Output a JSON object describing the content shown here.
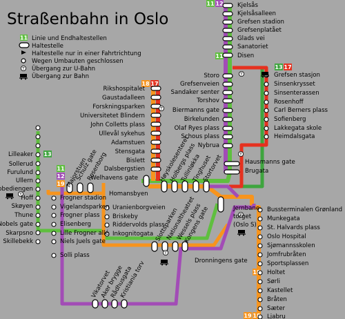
{
  "title": "Straßenbahn in Oslo",
  "colors": {
    "bg": "#a7a7a7",
    "line11": "#5fbf3f",
    "line12": "#a24cb6",
    "line13": "#3fa53f",
    "line17": "#e5311f",
    "line18": "#f7941d",
    "line19": "#f7941d",
    "stop": "#ffffff"
  },
  "legend": [
    {
      "icon": "line-badge-icon",
      "badge": "11",
      "text": "Linie und Endhaltestellen"
    },
    {
      "icon": "stop-pill-icon",
      "text": "Haltestelle"
    },
    {
      "icon": "one-way-triangle-icon",
      "text": "Haltestelle nur in einer Fahrtrichtung"
    },
    {
      "icon": "closed-stop-circle-icon",
      "text": "Wegen Umbauten geschlossen"
    },
    {
      "icon": "metro-t-icon",
      "text": "Übergang zur U-Bahn"
    },
    {
      "icon": "train-icon",
      "text": "Übergang zur Bahn"
    }
  ],
  "badges": [
    {
      "id": "b11-top",
      "text": "11"
    },
    {
      "id": "b12-top",
      "text": "12"
    },
    {
      "id": "b11-disen",
      "text": "11"
    },
    {
      "id": "b13-grefsen",
      "text": "13"
    },
    {
      "id": "b17-grefsen",
      "text": "17"
    },
    {
      "id": "b18-rik",
      "text": "18"
    },
    {
      "id": "b17-rik",
      "text": "17"
    },
    {
      "id": "b13-lil",
      "text": "13"
    },
    {
      "id": "b11-maj",
      "text": "11"
    },
    {
      "id": "b12-maj",
      "text": "12"
    },
    {
      "id": "b19-maj",
      "text": "19"
    },
    {
      "id": "b18-holtet",
      "text": "18"
    },
    {
      "id": "b19-ljabru",
      "text": "19"
    },
    {
      "id": "b18-ljabru",
      "text": "18"
    }
  ],
  "stations": {
    "kjelsas": "Kjelsås",
    "kjelsasalleen": "Kjelsåsalleen",
    "grefsen_stadion": "Grefsen stadion",
    "grefsenplataet": "Grefsenplatået",
    "glads_vei": "Glads vei",
    "sanatoriet": "Sanatoriet",
    "disen": "Disen",
    "grefsen_stasjon": "Grefsen stasjon",
    "sinsenkrysset": "Sinsenkrysset",
    "sinsenterassen": "Sinsenterassen",
    "rosenhoff": "Rosenhoff",
    "carl_berners": "Carl Berners plass",
    "sofienberg": "Sofienberg",
    "lakkegata": "Lakkegata skole",
    "heimdalsgata": "Heimdalsgata",
    "storo": "Storo",
    "grefsenveien": "Grefsenveien",
    "sandaker": "Sandaker senter",
    "torshov": "Torshov",
    "biermanns": "Biermanns gate",
    "birkelunden": "Birkelunden",
    "olaf_ryes": "Olaf Ryes plass",
    "schous": "Schous plass",
    "nybrua": "Nybrua",
    "hausmanns": "Hausmanns gate",
    "brugata": "Brugata",
    "rikshospitalet": "Rikshospitalet",
    "gaustadalleen": "Gaustadalleen",
    "forskningsparken": "Forskningsparken",
    "universitetet": "Universitetet Blindern",
    "john_colletts": "John Colletts plass",
    "ulleval": "Ullevål sykehus",
    "adamstuen": "Adamstuen",
    "stensgata": "Stensgata",
    "bislett": "Bislett",
    "dalsbergstien": "Dalsbergstien",
    "welhavens": "Welhavens gate",
    "homansbyen": "Homansbyen",
    "lilleaker": "Lilleaker",
    "sollerud": "Sollerud",
    "furulund": "Furulund",
    "ullern": "Ullern",
    "abbediengen": "Abbediengen",
    "hoff": "Hoff",
    "skoyen": "Skøyen",
    "thune": "Thune",
    "nobels": "Nobels gate",
    "skarpsno": "Skarpsno",
    "skillebekk": "Skillebekk",
    "majorstuen": "Majorstuen",
    "schulz": "Schulz gate",
    "rosenborg": "Rosenborg",
    "rogner_stadion": "Frogner stadion",
    "vigelandsparken": "Vigelandsparken",
    "frogner_plass": "Frogner plass",
    "elisenberg": "Elisenberg",
    "lille_frogner": "Lille Frogner allé",
    "niels_juels": "Niels Juels gate",
    "solli": "Solli plass",
    "uranienborgveien": "Uranienborgveien",
    "briskeby": "Briskeby",
    "riddervolds": "Riddervolds plass",
    "inkognitogata": "Inkognitogata",
    "hoyskolesenteret": "Høyskolesenteret",
    "holbergs": "Holbergs plass",
    "tullinlokka": "Tullinløkka",
    "tinghuset": "Tinghuset",
    "stortorvet": "Stortorvet",
    "slottsparken": "Slottsparken",
    "nationaltheatret": "Nationaltheatret",
    "wessels": "Wessels plass",
    "kongens": "Kongens gate",
    "dronningens": "Dronningens gate",
    "vikatorvet": "Vikatorvet",
    "aker_brygge": "Aker brygge",
    "radhusgata": "Rådhusgata",
    "kristiania": "Kristiania torv",
    "jernbanetorget": "Jernbane-",
    "jernbanetorget2": "torget",
    "jernbanetorget3": "(Oslo S)",
    "bussterminalen": "Bussterminalen Grønland",
    "munkegata": "Munkegata",
    "st_halvards": "St. Halvards plass",
    "oslo_hospital": "Oslo Hospital",
    "sjomannsskolen": "Sjømannsskolen",
    "jomfrubraten": "Jomfrubråten",
    "sportsplassen": "Sportsplassen",
    "holtet": "Holtet",
    "sorli": "Sørli",
    "kastellet": "Kastellet",
    "braten": "Bråten",
    "saeter": "Sæter",
    "ljabru": "Ljabru"
  }
}
